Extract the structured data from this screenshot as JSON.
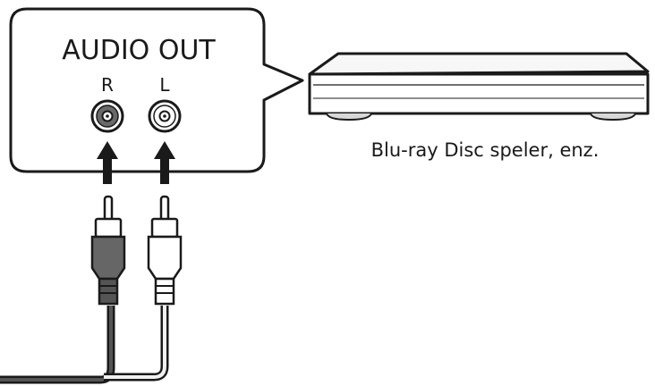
{
  "panel": {
    "title": "AUDIO OUT",
    "jack_right_label": "R",
    "jack_left_label": "L"
  },
  "device": {
    "caption": "Blu-ray Disc speler, enz."
  },
  "colors": {
    "outline": "#1a1a1a",
    "device_fill": "#f7f7f7",
    "device_foot": "#d8d8d8",
    "plug_red_body": "#666666",
    "plug_red_collar": "#555555",
    "plug_white_body": "#ffffff"
  },
  "icons": {
    "red_jack": "rca-jack-red-icon",
    "white_jack": "rca-jack-white-icon",
    "device": "blu-ray-player-icon",
    "arrow": "arrow-up-icon",
    "plug": "rca-plug-icon"
  }
}
